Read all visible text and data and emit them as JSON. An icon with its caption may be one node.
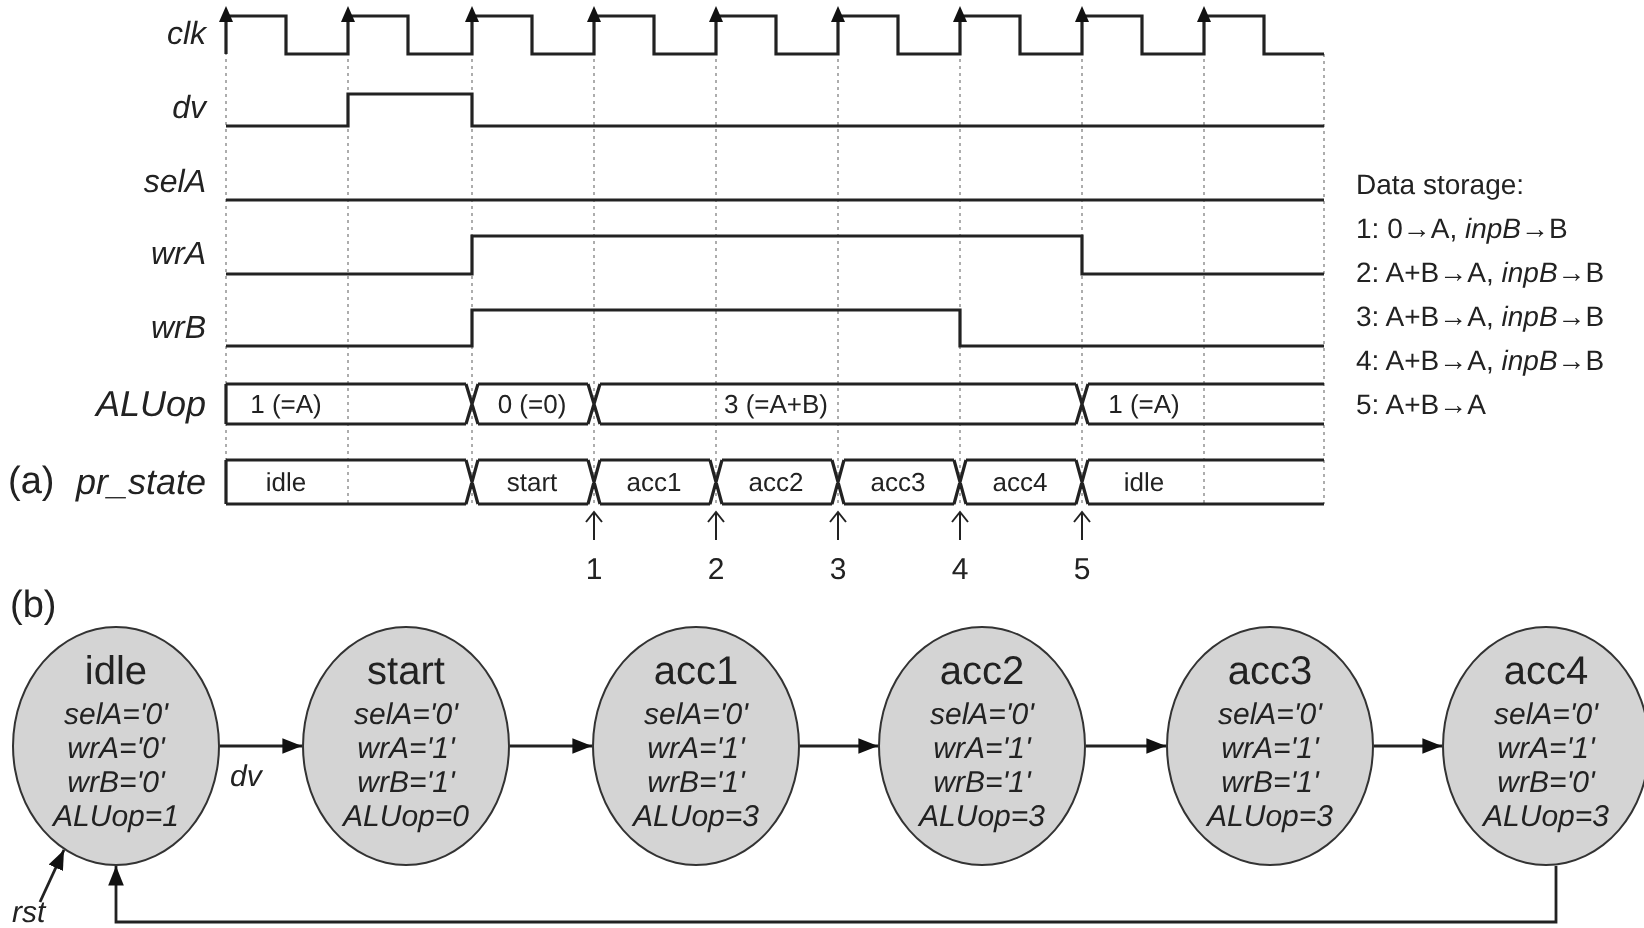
{
  "diagram": {
    "nodes": [
      {
        "text": [
          "idle",
          "selA='0'",
          "wrA='0'",
          "wrB='0'",
          "ALUop=1"
        ]
      },
      {
        "text": [
          "start",
          "selA='0'",
          "wrA='1'",
          "wrB='1'",
          "ALUop=0"
        ]
      },
      {
        "text": [
          "acc1",
          "selA='0'",
          "wrA='1'",
          "wrB='1'",
          "ALUop=3"
        ]
      },
      {
        "text": [
          "acc2",
          "selA='0'",
          "wrA='1'",
          "wrB='1'",
          "ALUop=3"
        ]
      },
      {
        "text": [
          "acc3",
          "selA='0'",
          "wrA='1'",
          "wrB='1'",
          "ALUop=3"
        ]
      },
      {
        "text": [
          "acc4",
          "selA='0'",
          "wrA='1'",
          "wrB='0'",
          "ALUop=3"
        ]
      }
    ],
    "edges": [
      {
        "from": 0,
        "to": 1,
        "arrow": "to",
        "label": "dv"
      },
      {
        "from": 1,
        "to": 2,
        "arrow": "to"
      },
      {
        "from": 2,
        "to": 3,
        "arrow": "to"
      },
      {
        "from": 3,
        "to": 4,
        "arrow": "to"
      },
      {
        "from": 4,
        "to": 5,
        "arrow": "to"
      },
      {
        "from": 5,
        "to": 0,
        "arrow": "to"
      },
      {
        "from": null,
        "to": 0,
        "arrow": "to",
        "label": "rst"
      }
    ],
    "labels": [
      "clk",
      "dv",
      "selA",
      "Data storage:",
      "1: 0→A, *inpB*→B",
      "wrA",
      "2: A+B→A, *inpB*→B",
      "wrB",
      "3: A+B→A, *inpB*→B",
      "4: A+B→A, *inpB*→B",
      "ALUop",
      "1 (=A)",
      "0 (=0)",
      "3 (=A+B)",
      "1 (=A)",
      "5: A+B→A",
      "(a)",
      "pr_state",
      "idle",
      "start",
      "acc1",
      "acc2",
      "acc3",
      "acc4",
      "idle",
      "1",
      "2",
      "3",
      "4",
      "5",
      "(b)"
    ]
  }
}
